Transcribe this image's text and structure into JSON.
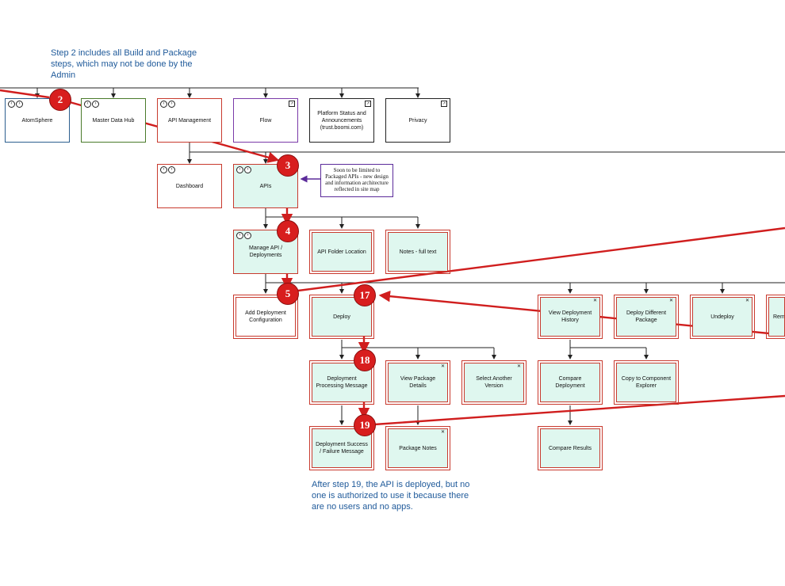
{
  "notes": {
    "top": "Step 2 includes all Build and Package steps, which may not be done by the Admin",
    "bottom": "After step 19, the API is deployed, but no one is authorized to use it because there are no users and no apps."
  },
  "callout": "Soon to be limited to Packaged APIs - new design and information architecture reflected in site map",
  "nodes": {
    "atomsphere": "AtomSphere",
    "master_data_hub": "Master Data Hub",
    "api_management": "API Management",
    "flow": "Flow",
    "platform_status": "Platform Status and Announcements (trust.boomi.com)",
    "privacy": "Privacy",
    "dashboard": "Dashboard",
    "apis": "APIs",
    "manage_api": "Manage API / Deployments",
    "api_folder": "API Folder Location",
    "notes_full": "Notes - full text",
    "add_deployment": "Add Deployment Configuration",
    "deploy": "Deploy",
    "view_deployment_history": "View Deployment History",
    "deploy_different": "Deploy Different Package",
    "undeploy": "Undeploy",
    "remove": "Remo",
    "deployment_processing": "Deployment Processing Message",
    "view_package_details": "View Package Details",
    "select_another_version": "Select Another Version",
    "compare_deployment": "Compare Deployment",
    "copy_component": "Copy to Component Explorer",
    "deployment_success": "Deployment Success / Failure Message",
    "package_notes": "Package Notes",
    "compare_results": "Compare Results"
  },
  "steps": [
    "2",
    "3",
    "4",
    "5",
    "17",
    "18",
    "19"
  ],
  "colors": {
    "step_red": "#d81e1e",
    "note_blue": "#1f5a9a",
    "mint_fill": "#dff7ef",
    "callout_purple": "#5b2b9a"
  }
}
